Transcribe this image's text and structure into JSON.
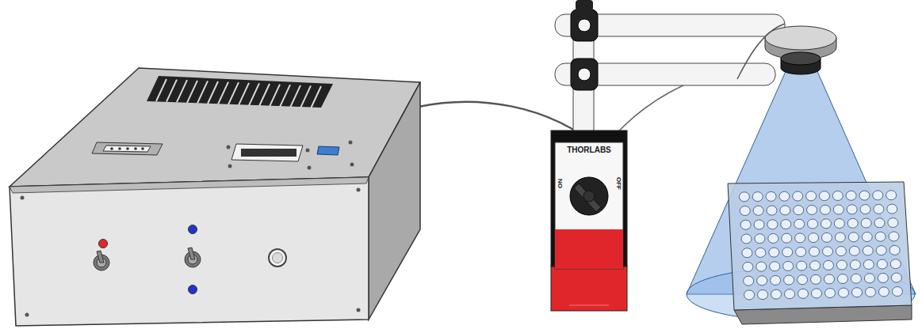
{
  "diagram": {
    "labels": [
      "THORLABS",
      "ON",
      "OFF"
    ]
  }
}
